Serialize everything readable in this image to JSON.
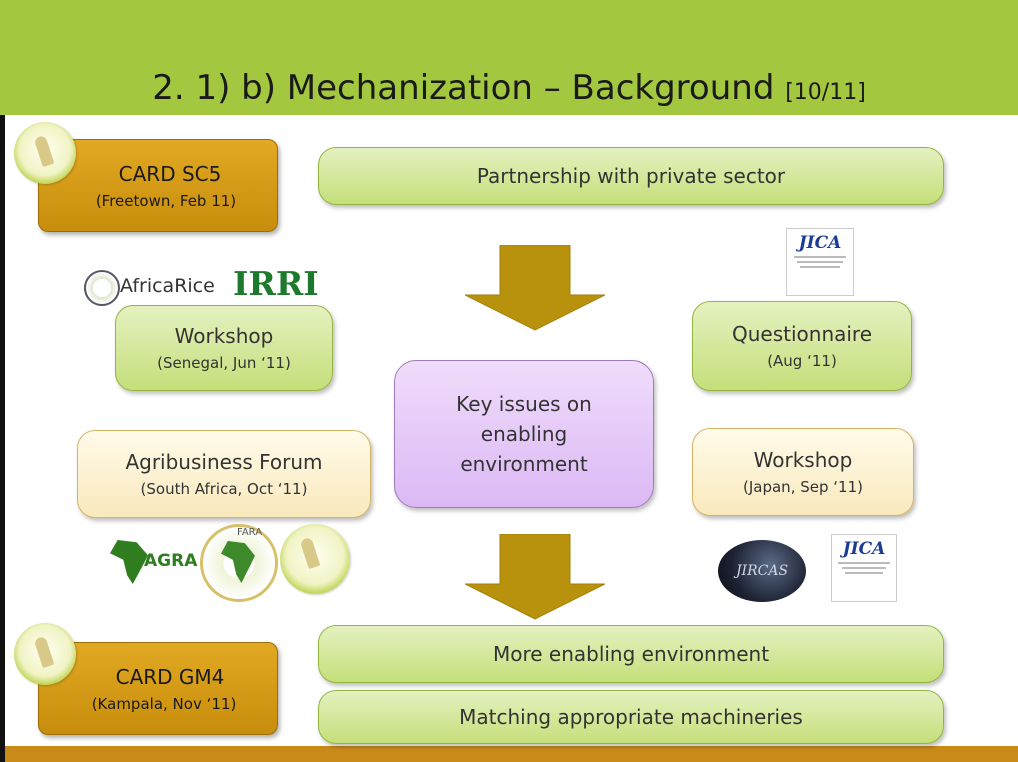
{
  "slide": {
    "title": "2. 1) b) Mechanization – Background ",
    "page_ref": "[10/11]"
  },
  "card_sc5": {
    "title": "CARD SC5",
    "subtitle": "(Freetown, Feb 11)"
  },
  "card_gm4": {
    "title": "CARD GM4",
    "subtitle": "(Kampala, Nov ‘11)"
  },
  "partnership": {
    "label": "Partnership with private sector"
  },
  "workshop_senegal": {
    "title": "Workshop",
    "subtitle": "(Senegal, Jun ‘11)"
  },
  "questionnaire": {
    "title": "Questionnaire",
    "subtitle": "(Aug ‘11)"
  },
  "key_issues": {
    "line1": "Key issues on",
    "line2": "enabling",
    "line3": "environment"
  },
  "agribusiness": {
    "title": "Agribusiness Forum",
    "subtitle": "(South Africa, Oct ‘11)"
  },
  "workshop_japan": {
    "title": "Workshop",
    "subtitle": "(Japan, Sep ‘11)"
  },
  "more_enabling": {
    "label": "More enabling environment"
  },
  "matching": {
    "label": "Matching appropriate machineries"
  },
  "logos": {
    "africarice": "AfricaRice",
    "irri": "IRRI",
    "jica": "JICA",
    "agra": "AGRA",
    "fara": "FARA",
    "jircas": "JIRCAS"
  },
  "colors": {
    "header": "#a3c840",
    "footer": "#c98a1a",
    "arrow": "#b8920d",
    "gold_box": "#d39c17"
  }
}
